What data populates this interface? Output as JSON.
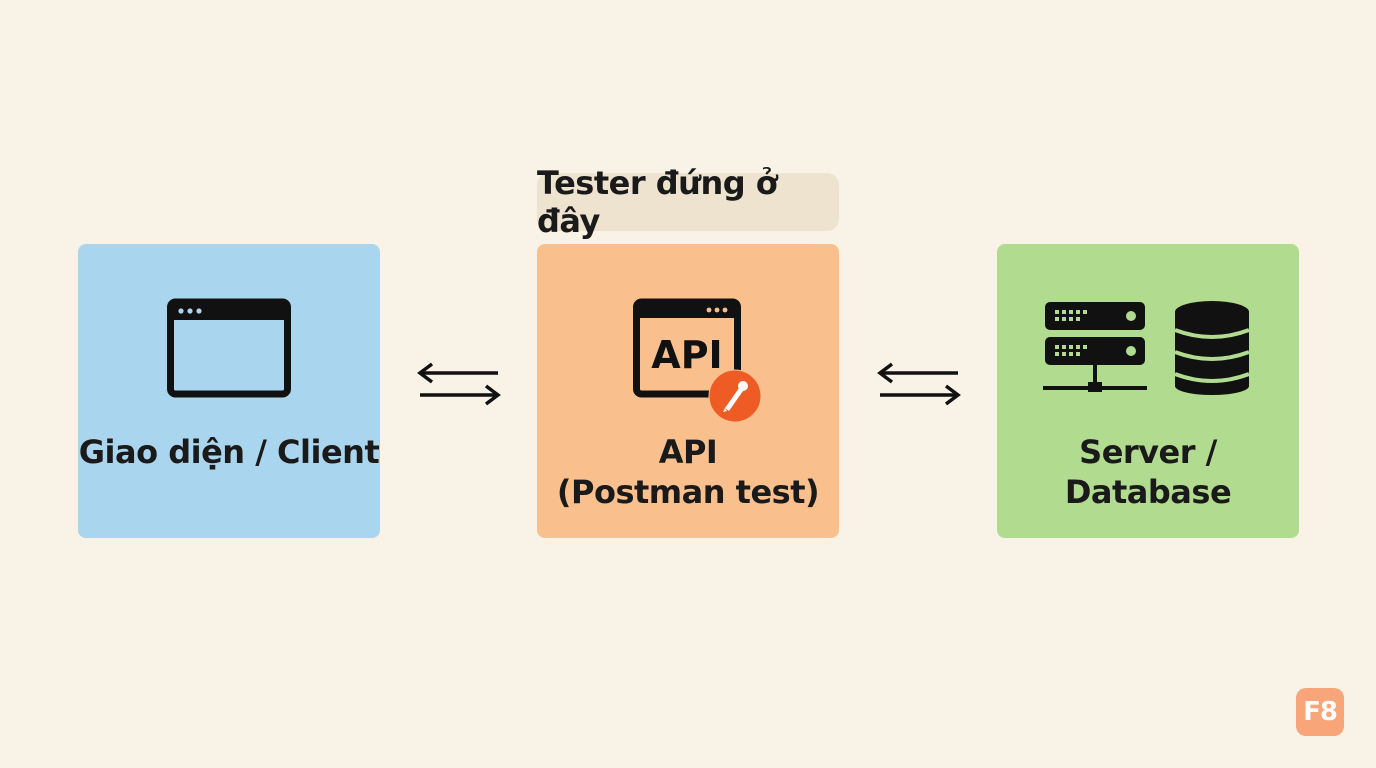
{
  "diagram": {
    "tester_tag": "Tester đứng ở đây",
    "client": {
      "label": "Giao diện / Client",
      "icon": "browser-window-icon"
    },
    "api": {
      "icon_text": "API",
      "label_line1": "API",
      "label_line2": "(Postman test)",
      "icon": "api-window-icon",
      "badge_icon": "postman-icon"
    },
    "server": {
      "label": "Server / Database",
      "icons": [
        "server-rack-icon",
        "database-icon"
      ]
    },
    "colors": {
      "background": "#f8f3e6",
      "client": "#a9d5ef",
      "api": "#f9c08d",
      "server": "#b1db8f",
      "tag": "#ede3cf",
      "postman": "#ef5b25",
      "badge": "#f8a57a"
    }
  },
  "watermark": {
    "text": "F8"
  }
}
